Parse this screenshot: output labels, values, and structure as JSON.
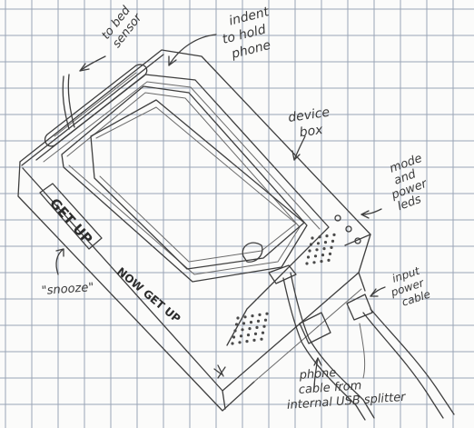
{
  "labels": {
    "bed_sensor": [
      "to bed",
      "sensor"
    ],
    "indent": [
      "indent",
      "to hold",
      "phone"
    ],
    "device_box": [
      "device",
      "box"
    ],
    "leds": [
      "mode",
      "and",
      "power",
      "leds"
    ],
    "get_up": "GET UP",
    "snooze": "\"snooze\"",
    "now_get_up": "NOW GET UP",
    "input_power": [
      "input",
      "power",
      "cable"
    ],
    "phone_cable": [
      "phone",
      "cable from",
      "internal USB splitter"
    ]
  },
  "colors": {
    "grid": "#9aa4b6",
    "paper": "#fbfbfa",
    "pencil": "#3e3e3e"
  }
}
